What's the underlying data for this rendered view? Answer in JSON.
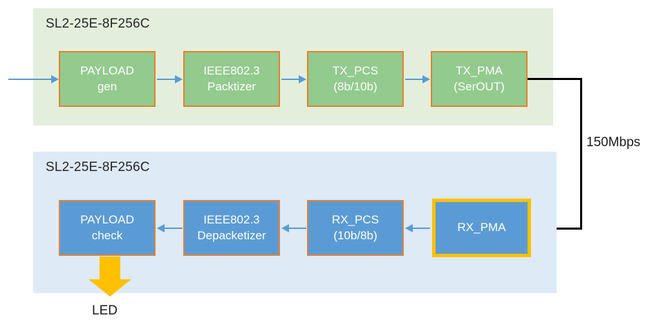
{
  "diagram": {
    "title_tx": "SL2-25E-8F256C",
    "title_rx": "SL2-25E-8F256C",
    "link_rate_label": "150Mbps",
    "led_label": "LED",
    "colors": {
      "tx_panel_bg": "#E3EFDC",
      "rx_panel_bg": "#DEEAF6",
      "tx_block_fill": "#93CA8E",
      "rx_block_fill": "#5B9BD5",
      "block_border": "#E3822B",
      "highlight_border": "#FFC000",
      "arrow_blue": "#5B9BD5",
      "link_black": "#000000",
      "led_yellow": "#FFC000"
    },
    "tx_blocks": [
      {
        "line1": "PAYLOAD",
        "line2": "gen"
      },
      {
        "line1": "IEEE802.3",
        "line2": "Packtizer"
      },
      {
        "line1": "TX_PCS",
        "line2": "(8b/10b)"
      },
      {
        "line1": "TX_PMA",
        "line2": "(SerOUT)"
      }
    ],
    "rx_blocks": [
      {
        "line1": "PAYLOAD",
        "line2": "check"
      },
      {
        "line1": "IEEE802.3",
        "line2": "Depacketizer"
      },
      {
        "line1": "RX_PCS",
        "line2": "(10b/8b)"
      },
      {
        "line1": "RX_PMA",
        "line2": ""
      }
    ]
  }
}
